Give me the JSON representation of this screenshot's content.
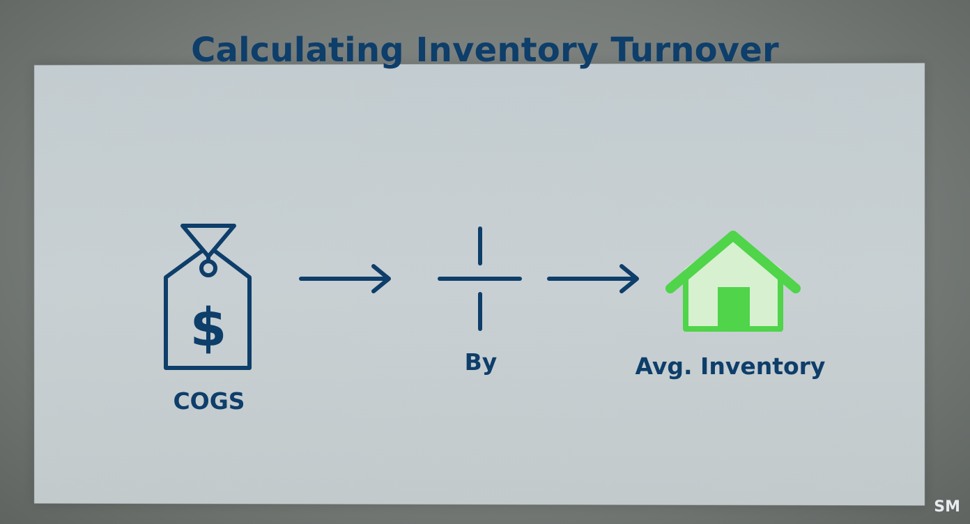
{
  "slide": {
    "title": "Calculating Inventory Turnover",
    "steps": [
      {
        "label": "COGS",
        "icon": "price-tag-dollar-icon"
      },
      {
        "label": "By",
        "icon": "divide-icon"
      },
      {
        "label": "Avg. Inventory",
        "icon": "house-icon"
      }
    ],
    "connectors": [
      "arrow-right-icon",
      "arrow-right-icon"
    ]
  },
  "watermark": "SM",
  "colors": {
    "primary": "#0e3e6a",
    "accent_green": "#4fd44a",
    "green_light": "#d7f0cf",
    "slide_background": "#c5ced1"
  }
}
